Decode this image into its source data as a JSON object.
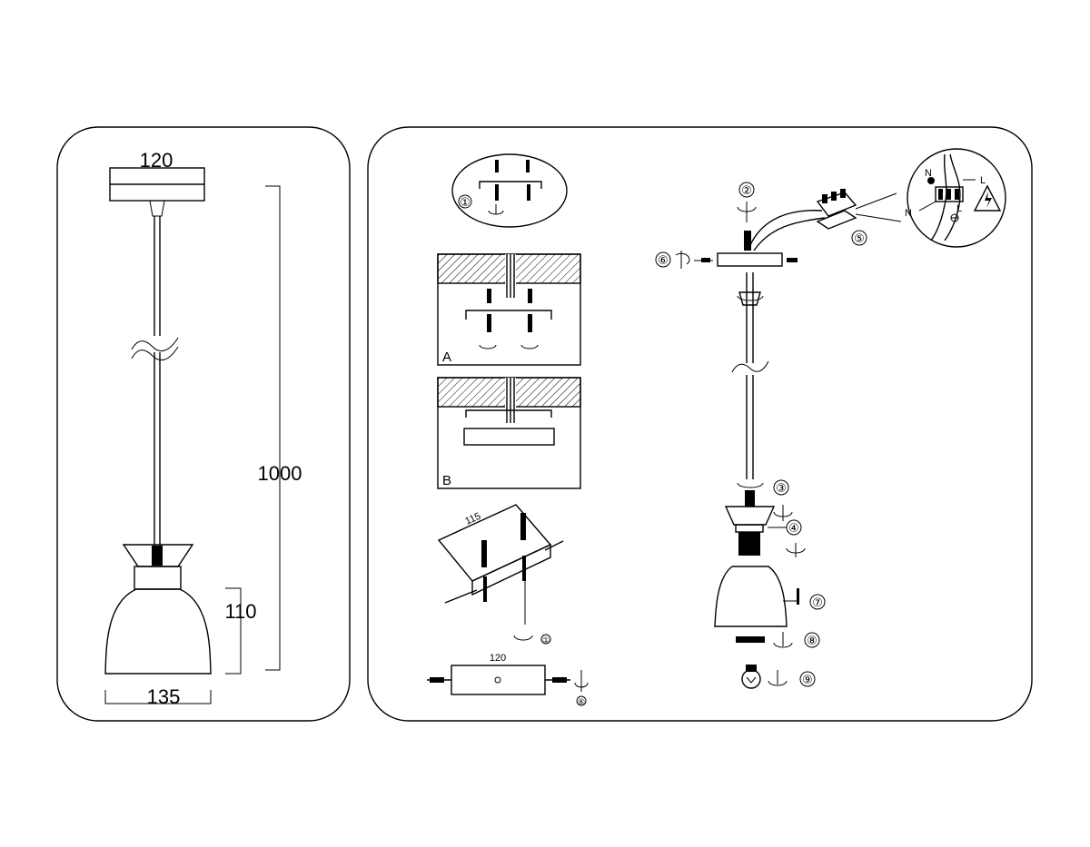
{
  "left_panel": {
    "dim_canopy_width": "120",
    "dim_total_height": "1000",
    "dim_shade_height": "110",
    "dim_shade_width": "135"
  },
  "right_panel": {
    "step_labels": {
      "s1": "①",
      "s2": "②",
      "s3": "③",
      "s4": "④",
      "s5": "⑤",
      "s6": "⑥",
      "s7": "⑦",
      "s8": "⑧",
      "s9": "⑨",
      "s1_small": "①",
      "s6_small": "⑥"
    },
    "section_a": "A",
    "section_b": "B",
    "bracket_dim": "115",
    "canopy_dim": "120",
    "wiring": {
      "neutral_top": "N",
      "live_top": "L",
      "neutral_bottom": "N",
      "live_bottom": "L"
    },
    "icons": [
      "rotate-arrow-icon",
      "screw-icon",
      "wall-plug-icon",
      "high-voltage-warning-icon",
      "light-bulb-icon",
      "terminal-block-icon"
    ]
  }
}
